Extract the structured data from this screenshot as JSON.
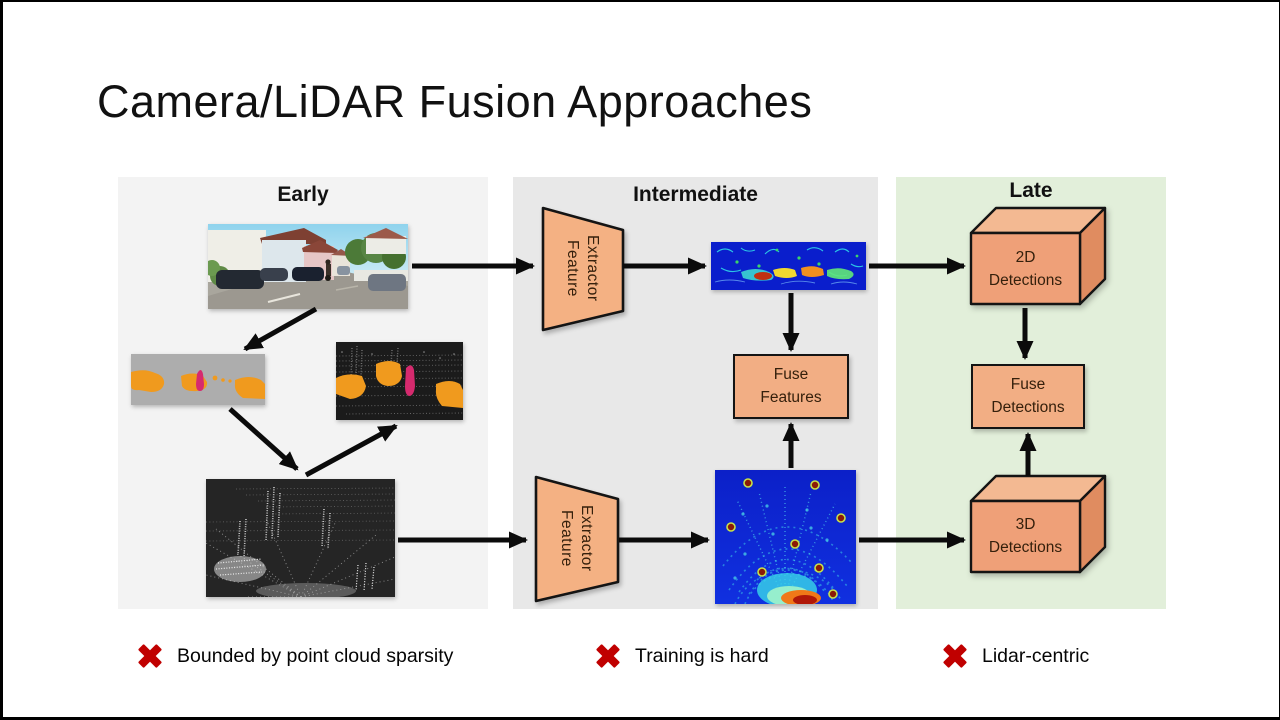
{
  "title": "Camera/LiDAR Fusion Approaches",
  "panels": {
    "early": {
      "label": "Early"
    },
    "intermediate": {
      "label": "Intermediate"
    },
    "late": {
      "label": "Late"
    }
  },
  "nodes": {
    "feature_extractor_camera": {
      "line1": "Feature",
      "line2": "Extractor"
    },
    "feature_extractor_lidar": {
      "line1": "Feature",
      "line2": "Extractor"
    },
    "fuse_features": {
      "line1": "Fuse",
      "line2": "Features"
    },
    "detections_2d": {
      "line1": "2D",
      "line2": "Detections"
    },
    "fuse_detections": {
      "line1": "Fuse",
      "line2": "Detections"
    },
    "detections_3d": {
      "line1": "3D",
      "line2": "Detections"
    }
  },
  "drawbacks": {
    "early": "Bounded by point cloud sparsity",
    "intermediate": "Training is hard",
    "late": "Lidar-centric"
  },
  "images": {
    "camera": "camera-street-scene",
    "segmentation": "semantic-segmentation-map",
    "painted_pointcloud": "painted-lidar-pointcloud",
    "lidar_pointcloud": "lidar-pointcloud-perspective",
    "camera_features": "camera-feature-map",
    "lidar_features": "lidar-bev-feature-map"
  },
  "colors": {
    "node_fill": "#F2AE84",
    "cube_front": "#EFA078",
    "cube_top": "#F3B992",
    "cube_side": "#E08C60",
    "panel_early": "#F3F3F3",
    "panel_intermediate": "#E8E8E8",
    "panel_late": "#E2EFDA",
    "cross_red": "#C00000"
  }
}
